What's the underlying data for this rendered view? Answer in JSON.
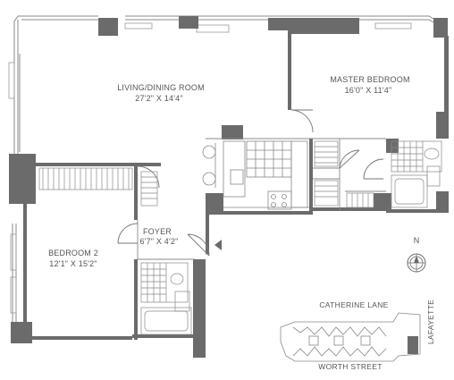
{
  "rooms": {
    "living": {
      "name": "LIVING/DINING ROOM",
      "dims": "27'2\" X 14'4\""
    },
    "master": {
      "name": "MASTER BEDROOM",
      "dims": "16'0\" X 11'4\""
    },
    "bedroom2": {
      "name": "BEDROOM 2",
      "dims": "12'1\" X 15'2\""
    },
    "foyer": {
      "name": "FOYER",
      "dims": "6'7\" X 4'2\""
    }
  },
  "compass": {
    "label": "N"
  },
  "keyplan": {
    "north_street": "CATHERINE LANE",
    "south_street": "WORTH STREET",
    "east_street": "LAFAYETTE"
  },
  "colors": {
    "wall": "#6b6b6b",
    "thin_line": "#888888",
    "tile": "#999999",
    "highlight": "#6b6b6b"
  }
}
